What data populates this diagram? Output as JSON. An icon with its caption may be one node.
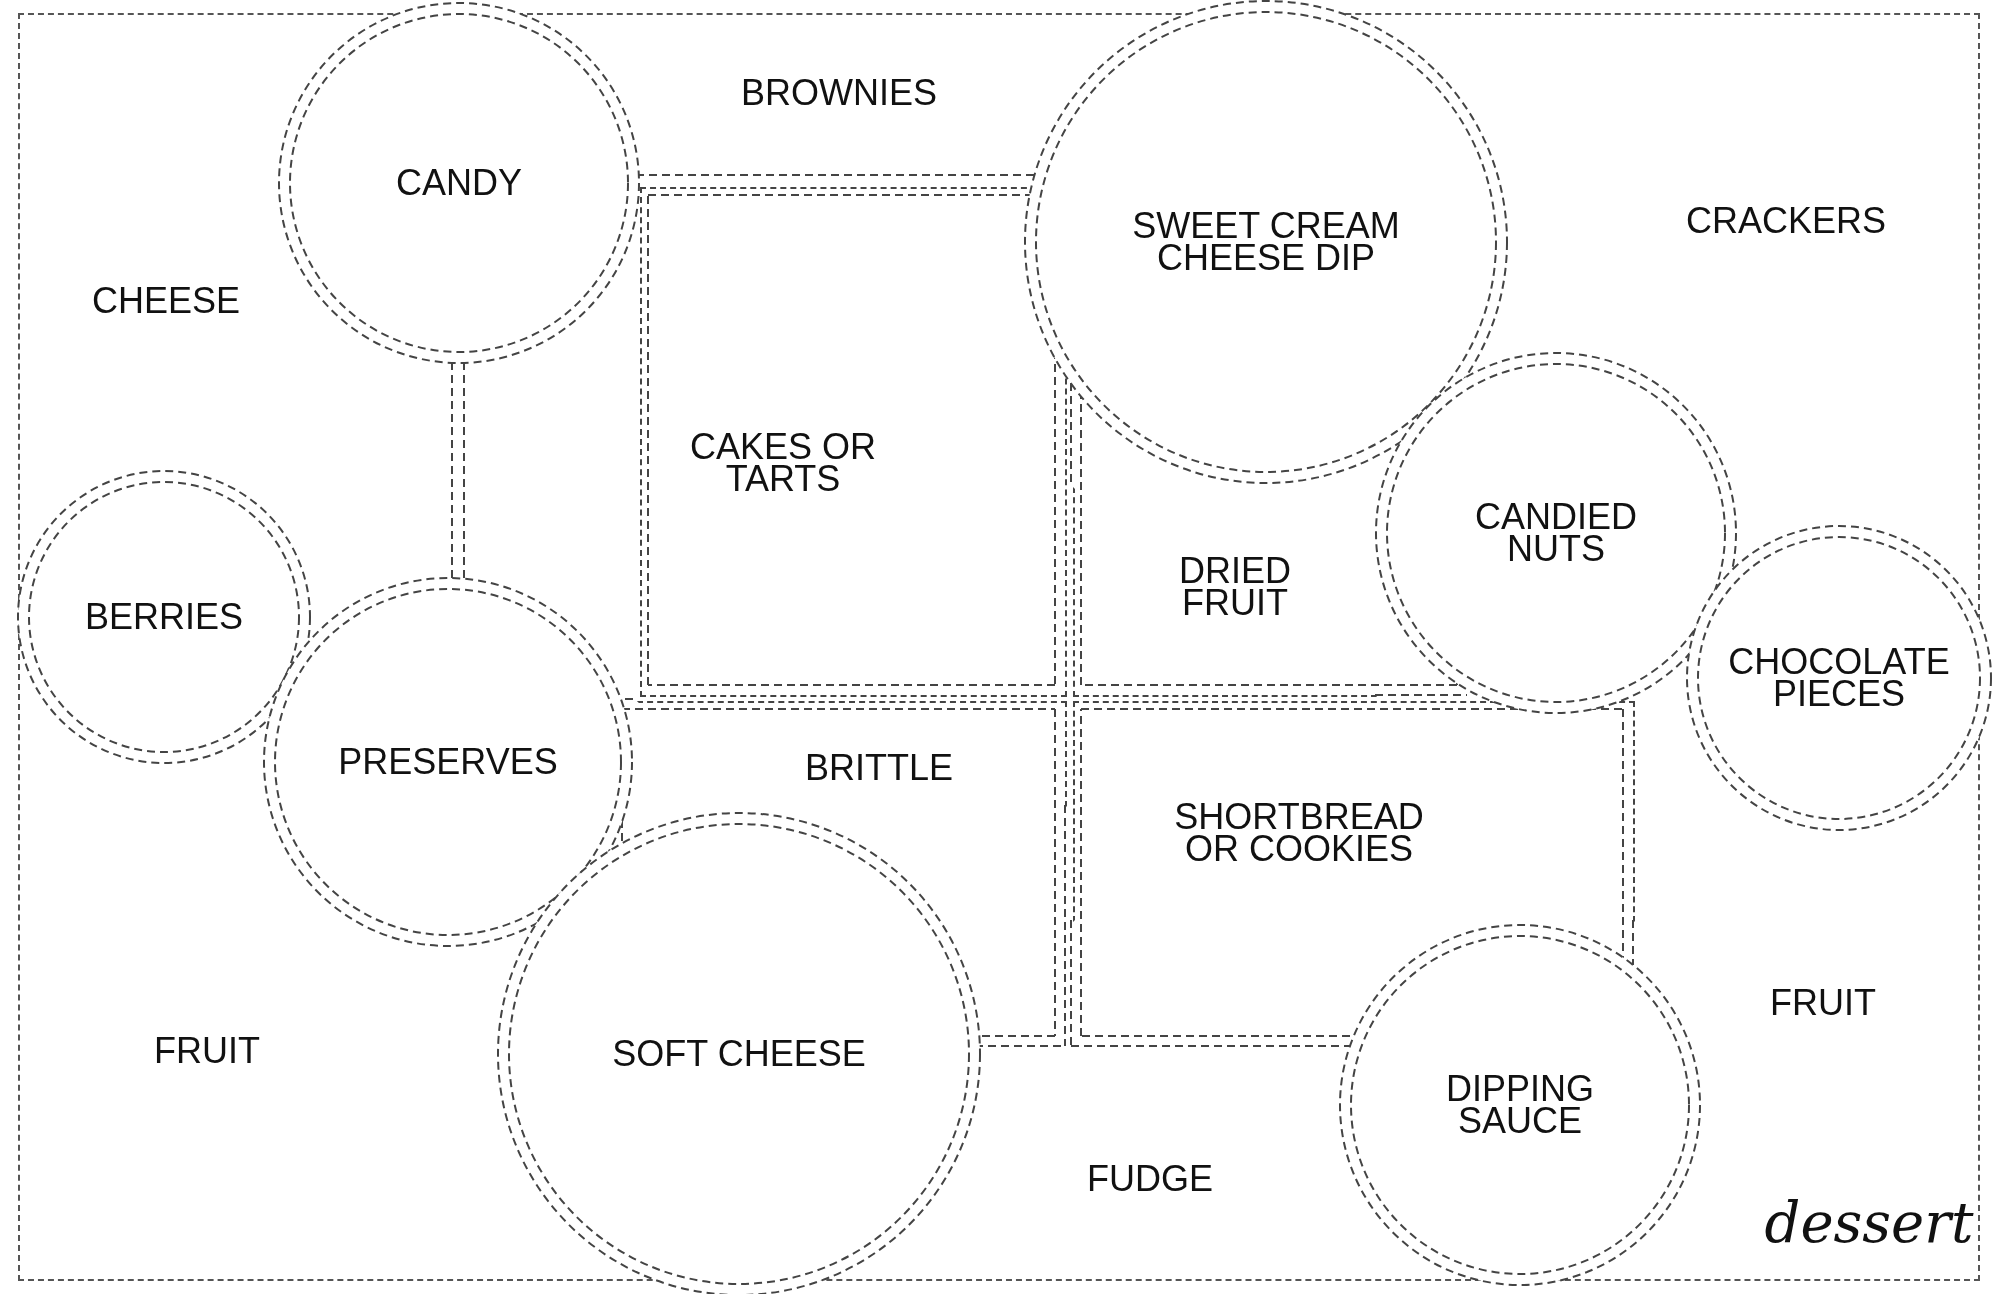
{
  "diagram": {
    "nodes": [
      {
        "text": [],
        "shape": "box"
      },
      {
        "text": [
          "CANDY"
        ],
        "in": 0
      },
      {
        "text": [
          "SWEET CREAM CHEESE DIP"
        ],
        "in": 0
      },
      {
        "text": [
          "CAKES OR TARTS"
        ],
        "in": 0
      },
      {
        "text": [
          "CANDIED NUTS"
        ],
        "in": 0
      },
      {
        "text": [
          "DRIED FRUIT"
        ],
        "in": 0
      },
      {
        "text": [
          "BERRIES"
        ],
        "in": 0
      },
      {
        "text": [
          "CHOCOLATE PIECES"
        ],
        "in": 0
      },
      {
        "text": [
          "PRESERVES"
        ],
        "in": 0
      },
      {
        "text": [
          "BRITTLE"
        ],
        "in": 0
      },
      {
        "text": [
          "SHORTBREAD OR COOKIES"
        ],
        "in": 0
      },
      {
        "text": [
          "SOFT CHEESE"
        ],
        "in": 0
      },
      {
        "text": [
          "DIPPING SAUCE"
        ],
        "in": 0
      }
    ],
    "edges": [],
    "labels": [
      "BROWNIES",
      "CHEESE",
      "CRACKERS",
      "FRUIT",
      "FRUIT",
      "FUDGE",
      "dessert"
    ]
  }
}
